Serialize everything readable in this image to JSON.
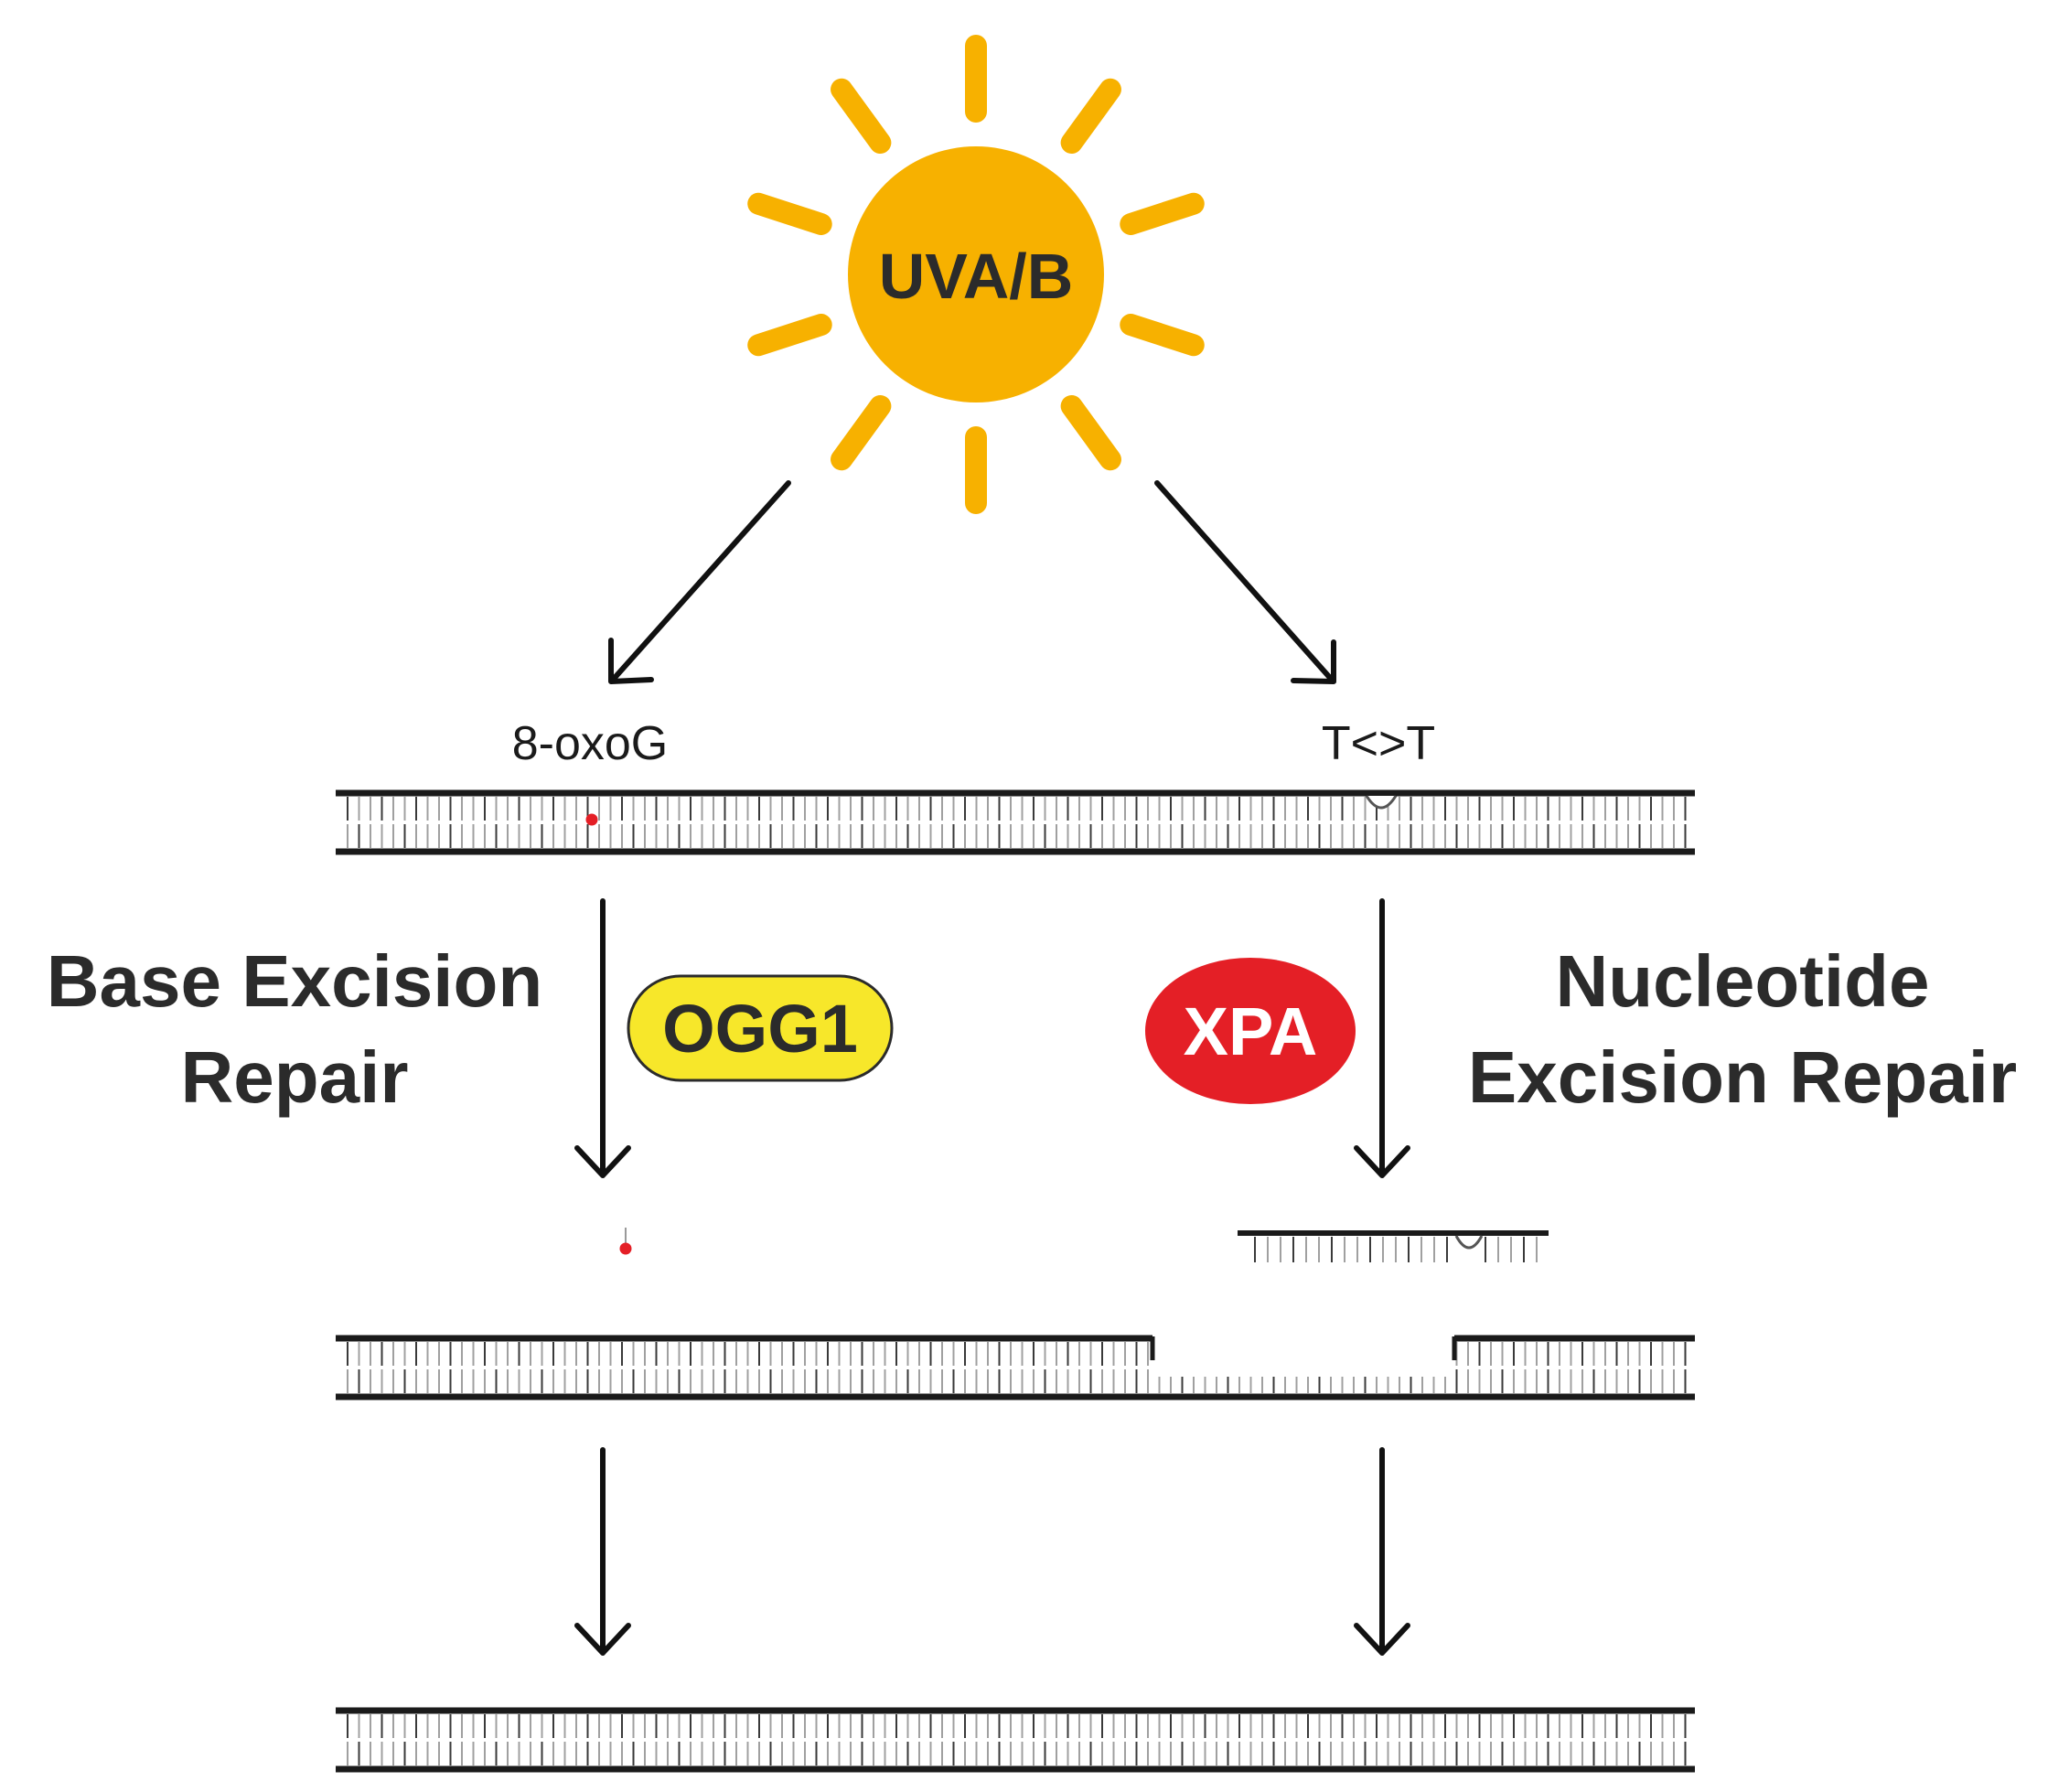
{
  "source": {
    "label": "UVA/B"
  },
  "lesions": {
    "left": "8-oxoG",
    "right": "T<>T"
  },
  "pathways": {
    "ber": {
      "line1": "Base Excision",
      "line2": "Repair",
      "enzyme": "OGG1"
    },
    "ner": {
      "line1": "Nucleotide",
      "line2": "Excision Repair",
      "enzyme": "XPA"
    }
  },
  "colors": {
    "sun": "#f7b100",
    "ogg1_fill": "#f7e72a",
    "xpa_fill": "#e41f26",
    "lesion": "#e41f26",
    "strand": "#1a1a1a",
    "base": "#9a9a9a"
  }
}
